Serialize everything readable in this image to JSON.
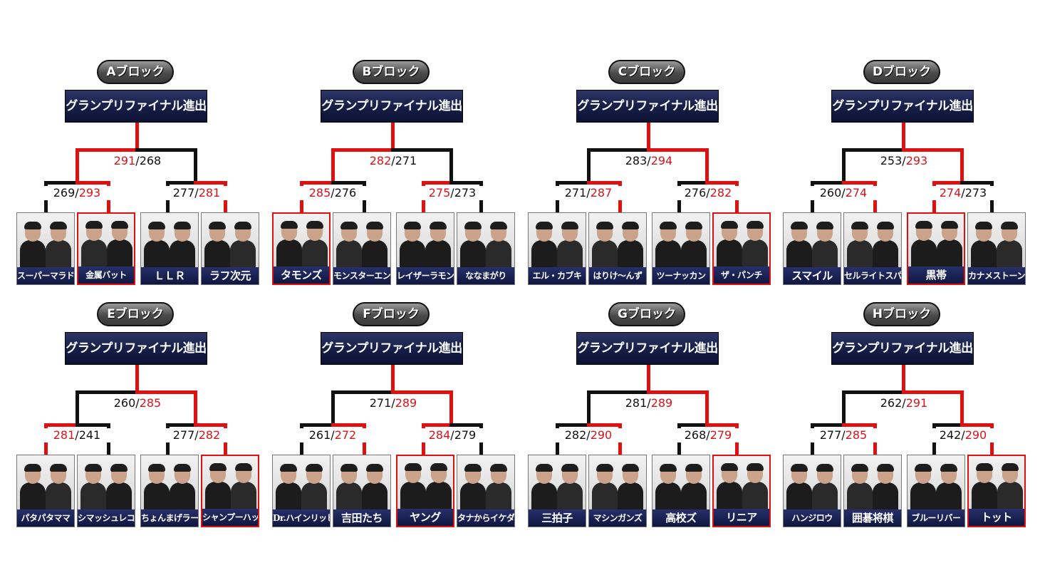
{
  "final_label": "グランプリファイナル進出",
  "blocks": [
    {
      "label": "Aブロック",
      "top_left": "291",
      "top_right": "268",
      "top_win": "left",
      "left_match": {
        "a": "269",
        "b": "293",
        "win": "b"
      },
      "right_match": {
        "a": "277",
        "b": "281",
        "win": "b"
      },
      "teams": [
        "スーパーマラドーナ",
        "金属バット",
        "ＬＬＲ",
        "ラフ次元"
      ],
      "winner_team": 1
    },
    {
      "label": "Bブロック",
      "top_left": "282",
      "top_right": "271",
      "top_win": "left",
      "left_match": {
        "a": "285",
        "b": "276",
        "win": "a"
      },
      "right_match": {
        "a": "275",
        "b": "273",
        "win": "a"
      },
      "teams": [
        "タモンズ",
        "モンスターエンジン",
        "レイザーラモン",
        "ななまがり"
      ],
      "winner_team": 0
    },
    {
      "label": "Cブロック",
      "top_left": "283",
      "top_right": "294",
      "top_win": "right",
      "left_match": {
        "a": "271",
        "b": "287",
        "win": "b"
      },
      "right_match": {
        "a": "276",
        "b": "282",
        "win": "b"
      },
      "teams": [
        "エル・カブキ",
        "はりけ～んず",
        "ツーナッカン",
        "ザ・パンチ"
      ],
      "winner_team": 3
    },
    {
      "label": "Dブロック",
      "top_left": "253",
      "top_right": "293",
      "top_win": "right",
      "left_match": {
        "a": "260",
        "b": "274",
        "win": "b"
      },
      "right_match": {
        "a": "274",
        "b": "273",
        "win": "a"
      },
      "teams": [
        "スマイル",
        "セルライトスパ",
        "黒帯",
        "カナメストーン"
      ],
      "winner_team": 2
    },
    {
      "label": "Eブロック",
      "top_left": "260",
      "top_right": "285",
      "top_win": "right",
      "left_match": {
        "a": "281",
        "b": "241",
        "win": "a"
      },
      "right_match": {
        "a": "277",
        "b": "282",
        "win": "b"
      },
      "teams": [
        "パタパタママ",
        "シマッシュレコード",
        "ちょんまげラーメン",
        "シャンプーハット"
      ],
      "winner_team": 3
    },
    {
      "label": "Fブロック",
      "top_left": "271",
      "top_right": "289",
      "top_win": "right",
      "left_match": {
        "a": "261",
        "b": "272",
        "win": "b"
      },
      "right_match": {
        "a": "284",
        "b": "279",
        "win": "a"
      },
      "teams": [
        "Dr.ハインリッヒ",
        "吉田たち",
        "ヤング",
        "タナからイケダ"
      ],
      "winner_team": 2
    },
    {
      "label": "Gブロック",
      "top_left": "281",
      "top_right": "289",
      "top_win": "right",
      "left_match": {
        "a": "282",
        "b": "290",
        "win": "b"
      },
      "right_match": {
        "a": "268",
        "b": "279",
        "win": "b"
      },
      "teams": [
        "三拍子",
        "マシンガンズ",
        "高校ズ",
        "リニア"
      ],
      "winner_team": 3
    },
    {
      "label": "Hブロック",
      "top_left": "262",
      "top_right": "291",
      "top_win": "right",
      "left_match": {
        "a": "277",
        "b": "285",
        "win": "b"
      },
      "right_match": {
        "a": "242",
        "b": "290",
        "win": "b"
      },
      "teams": [
        "ハンジロウ",
        "囲碁将棋",
        "ブルーリバー",
        "トット"
      ],
      "winner_team": 3
    }
  ],
  "colors": {
    "winner": "#e01010",
    "loser": "#111111",
    "score_win": "#d8141a",
    "plate": "#0f1640"
  }
}
